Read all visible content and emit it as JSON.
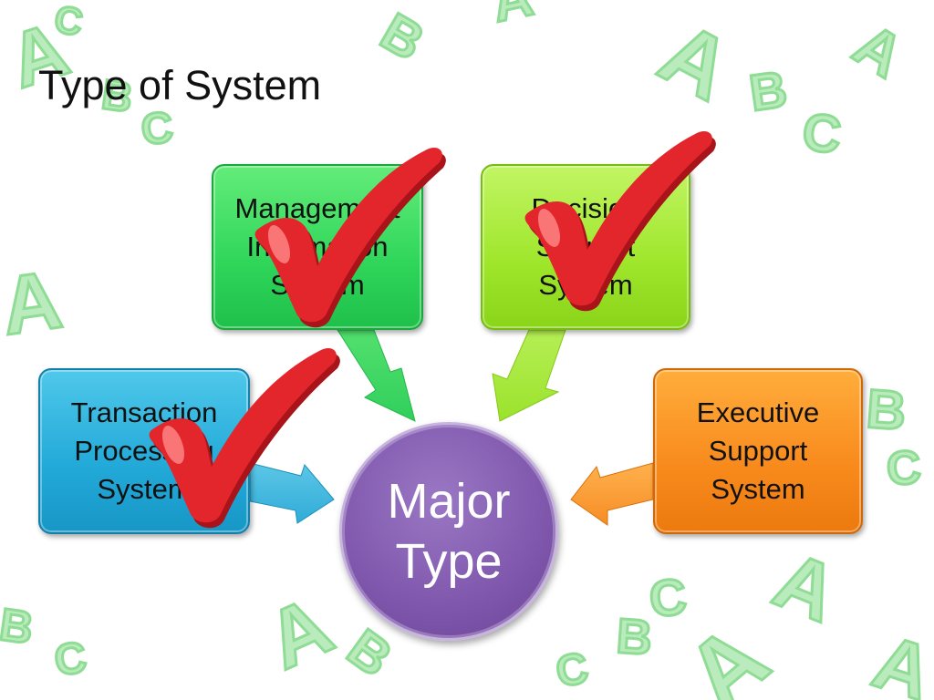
{
  "slide": {
    "title": "Type of System",
    "center": [
      "Major",
      "Type"
    ],
    "boxes": {
      "mis": [
        "Management",
        "Information",
        "System"
      ],
      "dss": [
        "Decision",
        "Support",
        "System"
      ],
      "tps": [
        "Transaction",
        "Processing",
        "System"
      ],
      "ess": [
        "Executive",
        "Support",
        "System"
      ]
    },
    "checked": [
      "Management Information System",
      "Decision Support System",
      "Transaction Processing System"
    ]
  },
  "colors": {
    "mis": "#2fd65a",
    "dss": "#9fe62b",
    "tps": "#22a9d8",
    "ess": "#f88a1c",
    "center": "#8159ae",
    "checkmark": "#e3262b",
    "background_letters": "#b9ebbc"
  },
  "decor": {
    "background_letters": [
      "A",
      "C",
      "B",
      "B",
      "C",
      "A",
      "B",
      "C",
      "A",
      "A",
      "B",
      "C",
      "A",
      "C",
      "B",
      "A",
      "B",
      "C",
      "A",
      "B",
      "C",
      "A",
      "A"
    ]
  }
}
